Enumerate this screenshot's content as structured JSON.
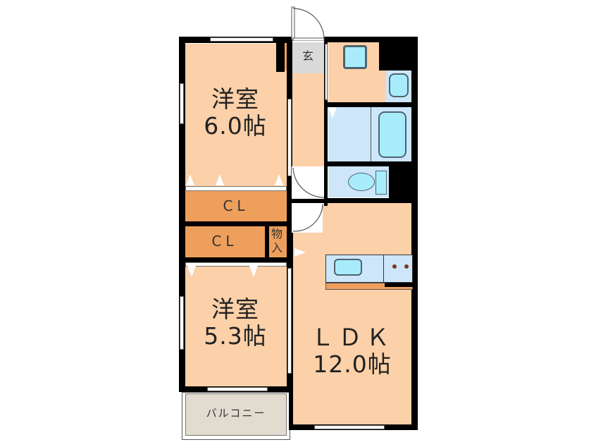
{
  "floor_plan": {
    "rooms": {
      "western_room_1": {
        "name": "洋室",
        "size": "6.0帖"
      },
      "western_room_2": {
        "name": "洋室",
        "size": "5.3帖"
      },
      "ldk": {
        "name": "ＬＤＫ",
        "size": "12.0帖"
      },
      "closet_1": {
        "label": "CL"
      },
      "closet_2": {
        "label": "CL"
      },
      "storage": {
        "label": "物入"
      },
      "entrance": {
        "label": "玄"
      },
      "balcony": {
        "label": "バルコニー"
      }
    },
    "colors": {
      "room_fill": "#fcd0a8",
      "closet_fill": "#ef9f5c",
      "wet_area_fill": "#cde6fa",
      "fixture_fill": "#a8ecfc",
      "entrance_fill": "#dadada",
      "balcony_fill": "#e2dbd0",
      "wall": "#000000"
    }
  }
}
